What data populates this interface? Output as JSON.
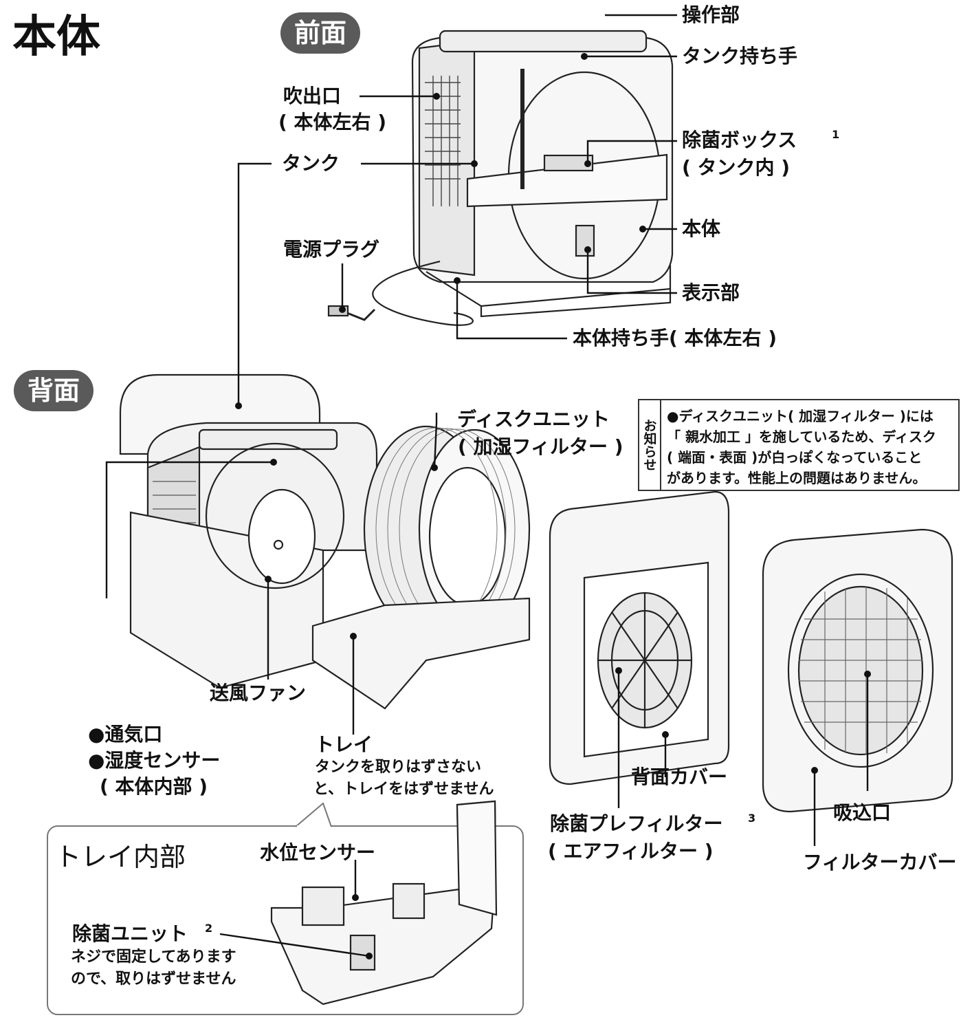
{
  "title": "本体",
  "sections": {
    "front": "前面",
    "back": "背面"
  },
  "labels": {
    "control": "操作部",
    "tank_handle": "タンク持ち手",
    "outlet": "吹出口",
    "outlet_note": "( 本体左右 )",
    "tank": "タンク",
    "sterilize_box": "除菌ボックス",
    "sterilize_box_note": "( タンク内 )",
    "body": "本体",
    "power_plug": "電源プラグ",
    "display": "表示部",
    "body_handle": "本体持ち手( 本体左右 )",
    "disk_unit": "ディスクユニット",
    "disk_unit_note": "( 加湿フィルター )",
    "vent": "●通気口",
    "humidity_sensor": "●湿度センサー",
    "humidity_sensor_note": "( 本体内部 )",
    "fan": "送風ファン",
    "tray": "トレイ",
    "tray_note1": "タンクを取りはずさない",
    "tray_note2": "と、トレイをはずせません",
    "back_cover": "背面カバー",
    "prefilter": "除菌プレフィルター",
    "prefilter_note": "( エアフィルター )",
    "intake": "吸込口",
    "filter_cover": "フィルターカバー",
    "tray_inside": "トレイ内部",
    "water_sensor": "水位センサー",
    "sterilize_unit": "除菌ユニット",
    "sterilize_unit_note1": "ネジで固定してあります",
    "sterilize_unit_note2": "ので、取りはずせません"
  },
  "footnotes": {
    "n1": "1",
    "n2": "2",
    "n3": "3"
  },
  "notice": {
    "tag": "お知らせ",
    "lines": [
      "●ディスクユニット( 加湿フィルター )には",
      "「 親水加工 」を施しているため、ディスク",
      "( 端面・表面 )が白っぽくなっていること",
      "があります。性能上の問題はありません。"
    ]
  }
}
